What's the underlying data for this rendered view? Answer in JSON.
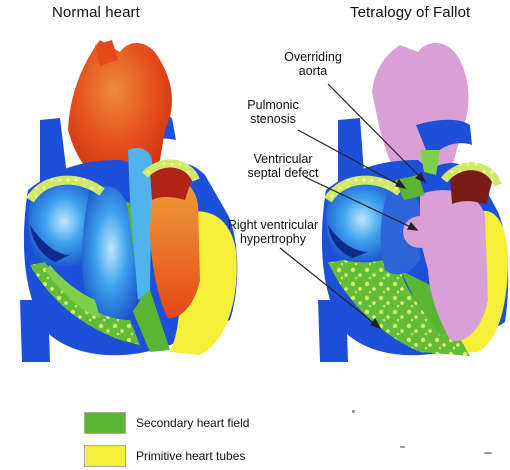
{
  "titles": {
    "left": "Normal heart",
    "right": "Tetralogy of Fallot"
  },
  "annotations": {
    "overriding_aorta": [
      "Overriding",
      "aorta"
    ],
    "pulmonic_stenosis": [
      "Pulmonic",
      "stenosis"
    ],
    "vsd": [
      "Ventricular",
      "septal defect"
    ],
    "rvh": [
      "Right ventricular",
      "hypertrophy"
    ]
  },
  "legend": [
    {
      "label": "Secondary heart field",
      "color": "#5ab534"
    },
    {
      "label": "Primitive heart tubes",
      "color": "#f4f03a"
    }
  ],
  "colors": {
    "aorta_red": "#e2461c",
    "vessel_blue": "#1e4fd8",
    "chamber_blue": "#3a9be8",
    "green": "#5ab534",
    "yellow": "#f4f03a",
    "pink": "#d9a0d6"
  }
}
